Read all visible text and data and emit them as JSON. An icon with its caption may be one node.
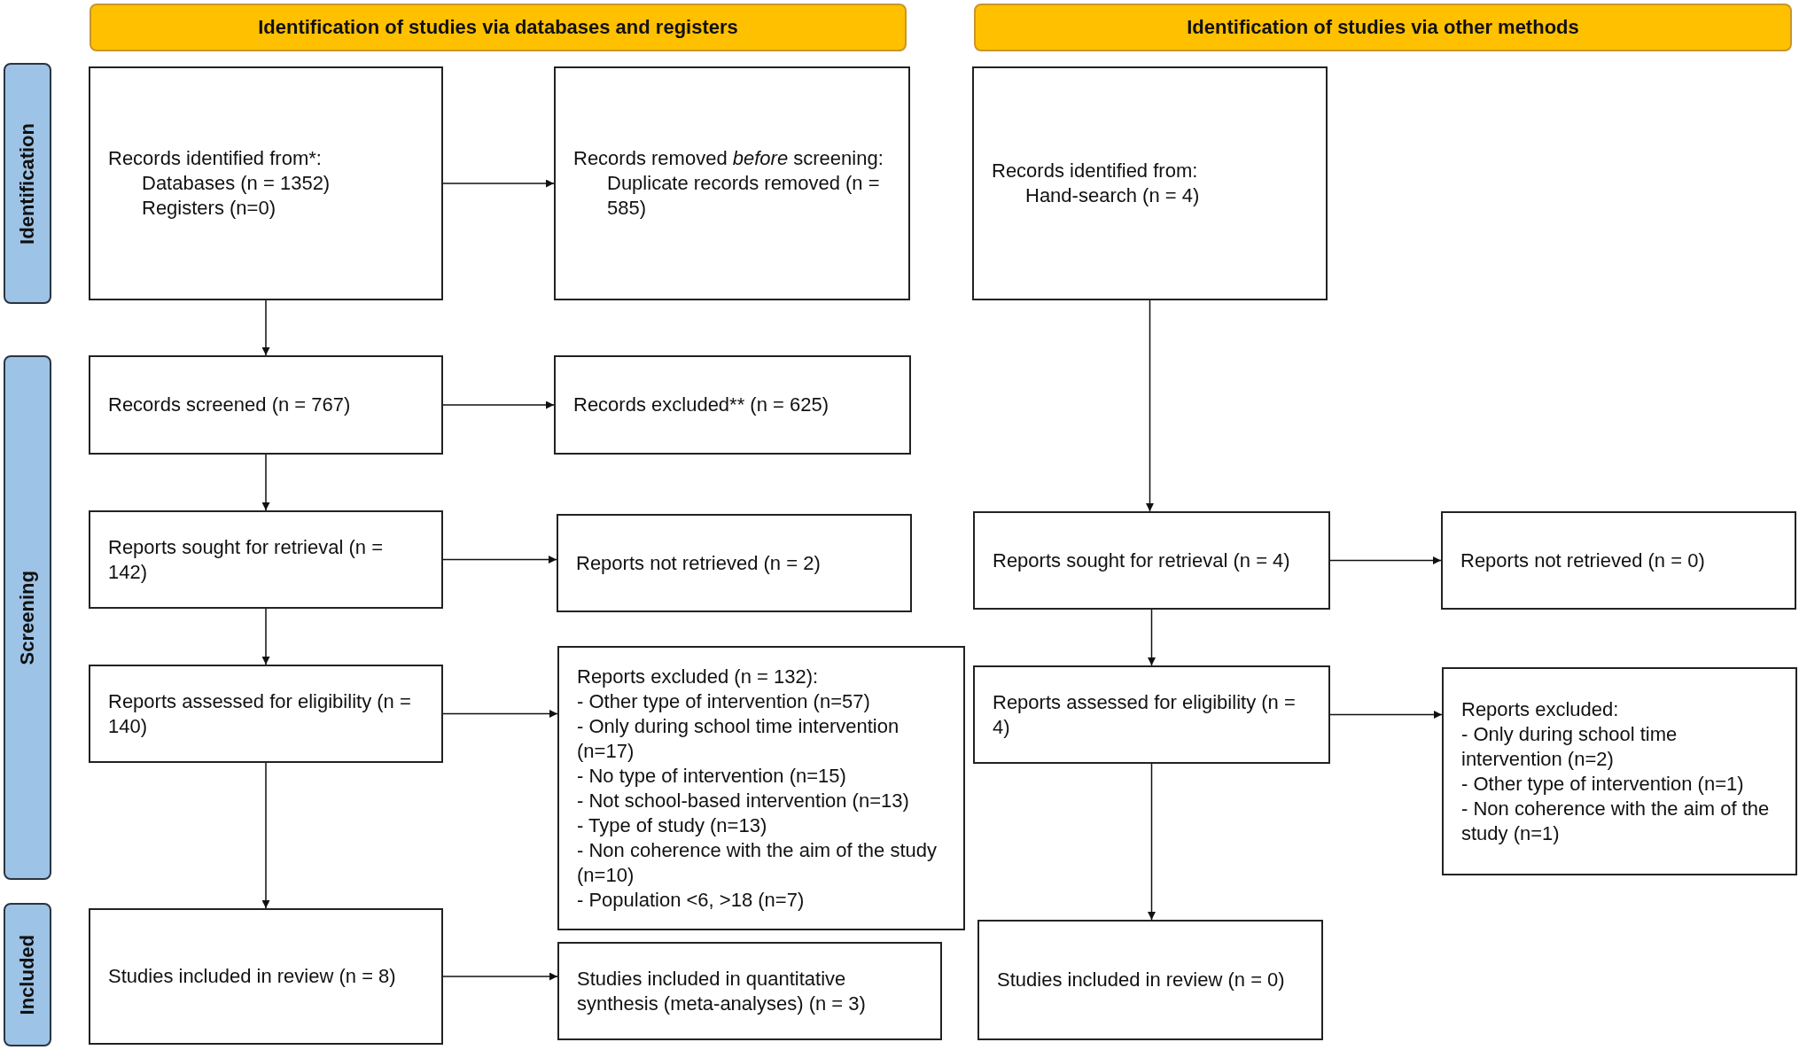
{
  "diagram": {
    "nodes": [
      {
        "text": [
          "Identification of studies via databases and registers"
        ]
      },
      {
        "text": [
          "Identification of studies via other methods"
        ]
      },
      {
        "text": [
          "Identification"
        ]
      },
      {
        "text": [
          "Screening"
        ]
      },
      {
        "text": [
          "Included"
        ]
      },
      {
        "text": [
          "Records identified from*:",
          "Databases (n = 1352)",
          "Registers (n=0)"
        ]
      },
      {
        "text": [
          "Records removed *before* screening:",
          "Duplicate records removed (n = 585)"
        ]
      },
      {
        "text": [
          "Records identified from:",
          "Hand-search (n = 4)"
        ]
      },
      {
        "text": [
          "Records screened (n = 767)"
        ]
      },
      {
        "text": [
          "Records excluded** (n = 625)"
        ]
      },
      {
        "text": [
          "Reports sought for retrieval (n = 142)"
        ]
      },
      {
        "text": [
          "Reports not retrieved (n = 2)"
        ]
      },
      {
        "text": [
          "Reports sought for retrieval (n = 4)"
        ]
      },
      {
        "text": [
          "Reports not retrieved (n = 0)"
        ]
      },
      {
        "text": [
          "Reports assessed for eligibility (n = 140)"
        ]
      },
      {
        "text": [
          "Reports excluded (n = 132):",
          "- Other type of intervention (n=57)",
          "- Only during school time intervention (n=17)",
          "- No type of intervention (n=15)",
          "- Not school-based intervention (n=13)",
          "- Type of study (n=13)",
          "- Non coherence with the aim of the study (n=10)",
          "- Population <6, >18 (n=7)"
        ]
      },
      {
        "text": [
          "Reports assessed for eligibility (n = 4)"
        ]
      },
      {
        "text": [
          "Reports excluded:",
          "- Only during school time intervention (n=2)",
          "- Other type of intervention (n=1)",
          "- Non coherence with the aim of the study (n=1)"
        ]
      },
      {
        "text": [
          "Studies included in review (n = 8)"
        ]
      },
      {
        "text": [
          "Studies included in quantitative synthesis (meta-analyses) (n = 3)"
        ]
      },
      {
        "text": [
          "Studies included in review (n = 0)"
        ]
      }
    ],
    "edges": [
      {
        "from": 5,
        "to": 6,
        "arrow": "to"
      },
      {
        "from": 5,
        "to": 8,
        "arrow": "to"
      },
      {
        "from": 8,
        "to": 9,
        "arrow": "to"
      },
      {
        "from": 8,
        "to": 10,
        "arrow": "to"
      },
      {
        "from": 10,
        "to": 11,
        "arrow": "to"
      },
      {
        "from": 10,
        "to": 14,
        "arrow": "to"
      },
      {
        "from": 14,
        "to": 15,
        "arrow": "to"
      },
      {
        "from": 14,
        "to": 18,
        "arrow": "to"
      },
      {
        "from": 18,
        "to": 19,
        "arrow": "to"
      },
      {
        "from": 7,
        "to": 12,
        "arrow": "to"
      },
      {
        "from": 12,
        "to": 13,
        "arrow": "to"
      },
      {
        "from": 12,
        "to": 16,
        "arrow": "to"
      },
      {
        "from": 16,
        "to": 17,
        "arrow": "to"
      },
      {
        "from": 16,
        "to": 20,
        "arrow": "to"
      }
    ]
  }
}
